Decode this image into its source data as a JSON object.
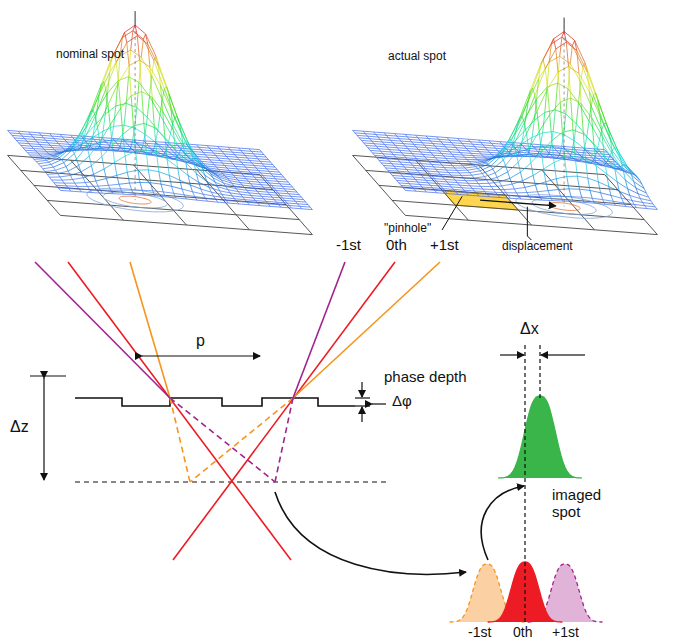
{
  "diagram": {
    "labels": [
      "nominal spot",
      "actual spot",
      "\"pinhole\"",
      "displacement",
      "-1st",
      "0th",
      "+1st",
      "p",
      "phase depth",
      "Δφ",
      "Δz",
      "Δx",
      "imaged spot",
      "-1st",
      "0th",
      "+1st"
    ]
  }
}
